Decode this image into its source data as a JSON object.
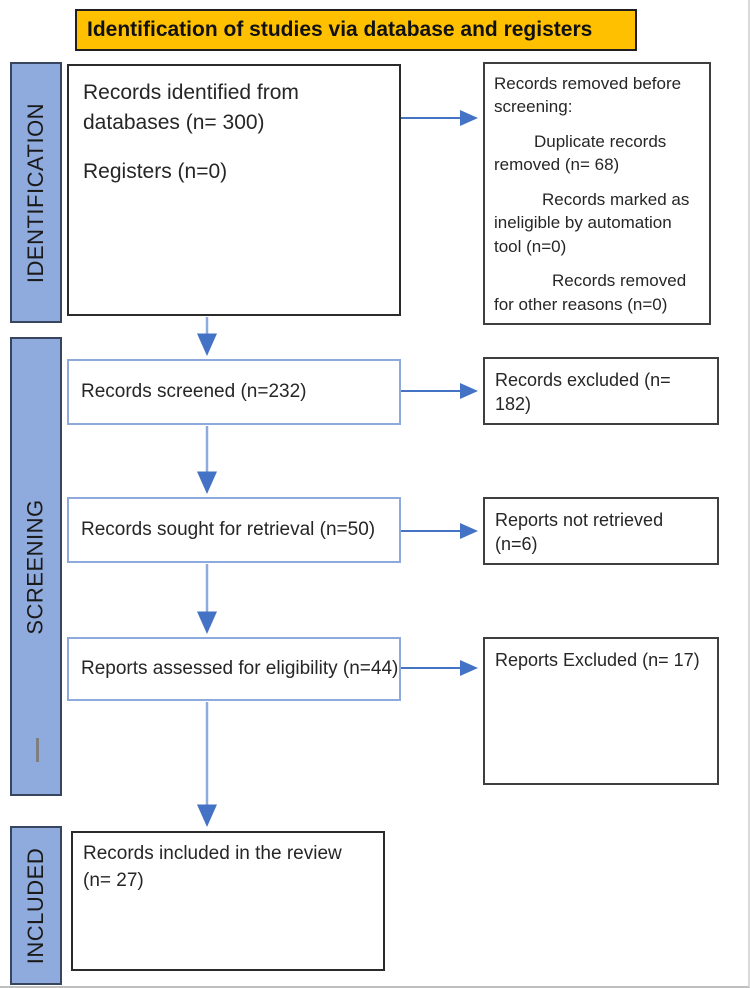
{
  "title": "Identification of studies via database and registers",
  "sidebar": {
    "identification": "IDENTIFICATION",
    "screening": "SCREENING",
    "included": "INCLUDED"
  },
  "boxes": {
    "identified": {
      "line1": "Records identified from databases (n= 300)",
      "line2": "Registers (n=0)"
    },
    "removed": {
      "heading": "Records removed before screening:",
      "items": [
        "Duplicate records removed (n= 68)",
        "Records marked as ineligible by automation tool (n=0)",
        "Records removed for other reasons (n=0)"
      ]
    },
    "screened": {
      "label": "Records screened (n=232)"
    },
    "excluded": {
      "label": "Records excluded (n= 182)"
    },
    "sought": {
      "label": "Records sought for retrieval (n=50)"
    },
    "not_retrieved": {
      "label": "Reports not retrieved (n=6)"
    },
    "assessed": {
      "label": "Reports assessed for eligibility (n=44)"
    },
    "reports_excluded": {
      "label": "Reports Excluded (n= 17)"
    },
    "included": {
      "label": "Records included in the review (n= 27)"
    }
  },
  "colors": {
    "banner": "#FFC000",
    "sidebar_fill": "#8FAADC",
    "arrow_horizontal": "#4472C4",
    "arrow_vertical_line": "#8FAADC",
    "arrow_head": "#4472C4"
  }
}
